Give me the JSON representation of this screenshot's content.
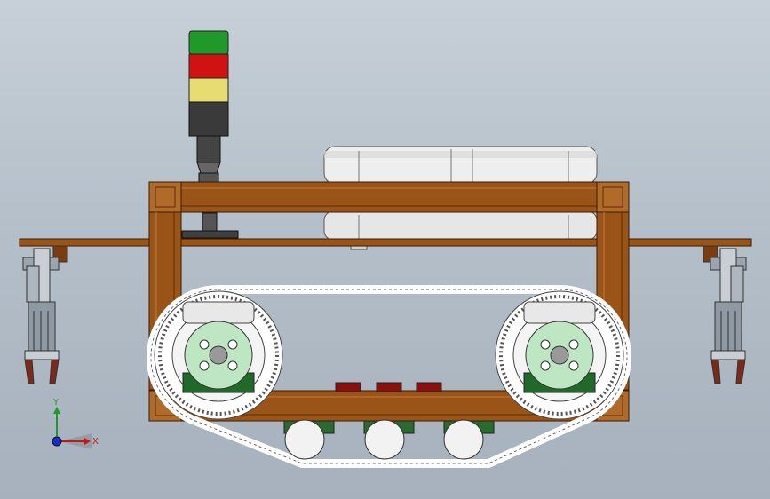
{
  "viewport": {
    "background": "#b7c1cb"
  },
  "triad": {
    "x_label": "X",
    "y_label": "Y"
  },
  "colors": {
    "frame": "#9a5418",
    "frame_dark": "#5a2c08",
    "track": "#ffffff",
    "light_green": "#1f9a2a",
    "light_red": "#d11212",
    "light_yellow": "#e6dc72",
    "wheel_hub": "#bfe6c2",
    "battery": "#eeeeee"
  },
  "icons": {
    "triad": "coordinate-triad-icon",
    "signal_tower": "signal-tower",
    "gripper": "gripper-claw"
  }
}
